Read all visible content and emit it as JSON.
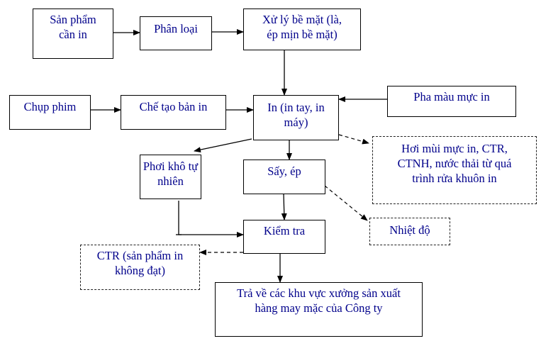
{
  "diagram": {
    "nodes": {
      "san_pham_can_in": {
        "line1": "Sản phẩm",
        "line2": "cần in"
      },
      "phan_loai": {
        "line1": "Phân loại"
      },
      "xu_ly_be_mat": {
        "line1": "Xử lý bề mặt (là,",
        "line2": "ép mịn bề mặt)"
      },
      "chup_phim": {
        "line1": "Chụp phim"
      },
      "che_tao_ban_in": {
        "line1": "Chế tạo bản in"
      },
      "in": {
        "line1": "In (in tay, in",
        "line2": "máy)"
      },
      "pha_mau_muc_in": {
        "line1": "Pha màu mực in"
      },
      "hoi_mui": {
        "line1": "Hơi mùi mực in, CTR,",
        "line2": "CTNH, nước thải từ quá",
        "line3": "trình rửa khuôn in"
      },
      "phoi_kho": {
        "line1": "Phơi khô tự",
        "line2": "nhiên"
      },
      "say_ep": {
        "line1": "Sấy, ép"
      },
      "kiem_tra": {
        "line1": "Kiểm tra"
      },
      "nhiet_do": {
        "line1": "Nhiệt độ"
      },
      "ctr": {
        "line1": "CTR (sản phẩm in",
        "line2": "không đạt)"
      },
      "tra_ve": {
        "line1": "Trả về các khu vực xưởng sản xuất",
        "line2": "hàng may mặc của Công ty"
      }
    },
    "edges": [
      {
        "from": "san_pham_can_in",
        "to": "phan_loai",
        "style": "solid"
      },
      {
        "from": "phan_loai",
        "to": "xu_ly_be_mat",
        "style": "solid"
      },
      {
        "from": "xu_ly_be_mat",
        "to": "in",
        "style": "solid"
      },
      {
        "from": "chup_phim",
        "to": "che_tao_ban_in",
        "style": "solid"
      },
      {
        "from": "che_tao_ban_in",
        "to": "in",
        "style": "solid"
      },
      {
        "from": "pha_mau_muc_in",
        "to": "in",
        "style": "solid"
      },
      {
        "from": "in",
        "to": "hoi_mui",
        "style": "dashed"
      },
      {
        "from": "in",
        "to": "phoi_kho",
        "style": "solid"
      },
      {
        "from": "in",
        "to": "say_ep",
        "style": "solid"
      },
      {
        "from": "say_ep",
        "to": "nhiet_do",
        "style": "dashed"
      },
      {
        "from": "say_ep",
        "to": "kiem_tra",
        "style": "solid"
      },
      {
        "from": "phoi_kho",
        "to": "kiem_tra",
        "style": "solid"
      },
      {
        "from": "kiem_tra",
        "to": "ctr",
        "style": "dashed"
      },
      {
        "from": "kiem_tra",
        "to": "tra_ve",
        "style": "solid"
      }
    ],
    "colors": {
      "text": "#00008b",
      "line": "#000000"
    }
  }
}
